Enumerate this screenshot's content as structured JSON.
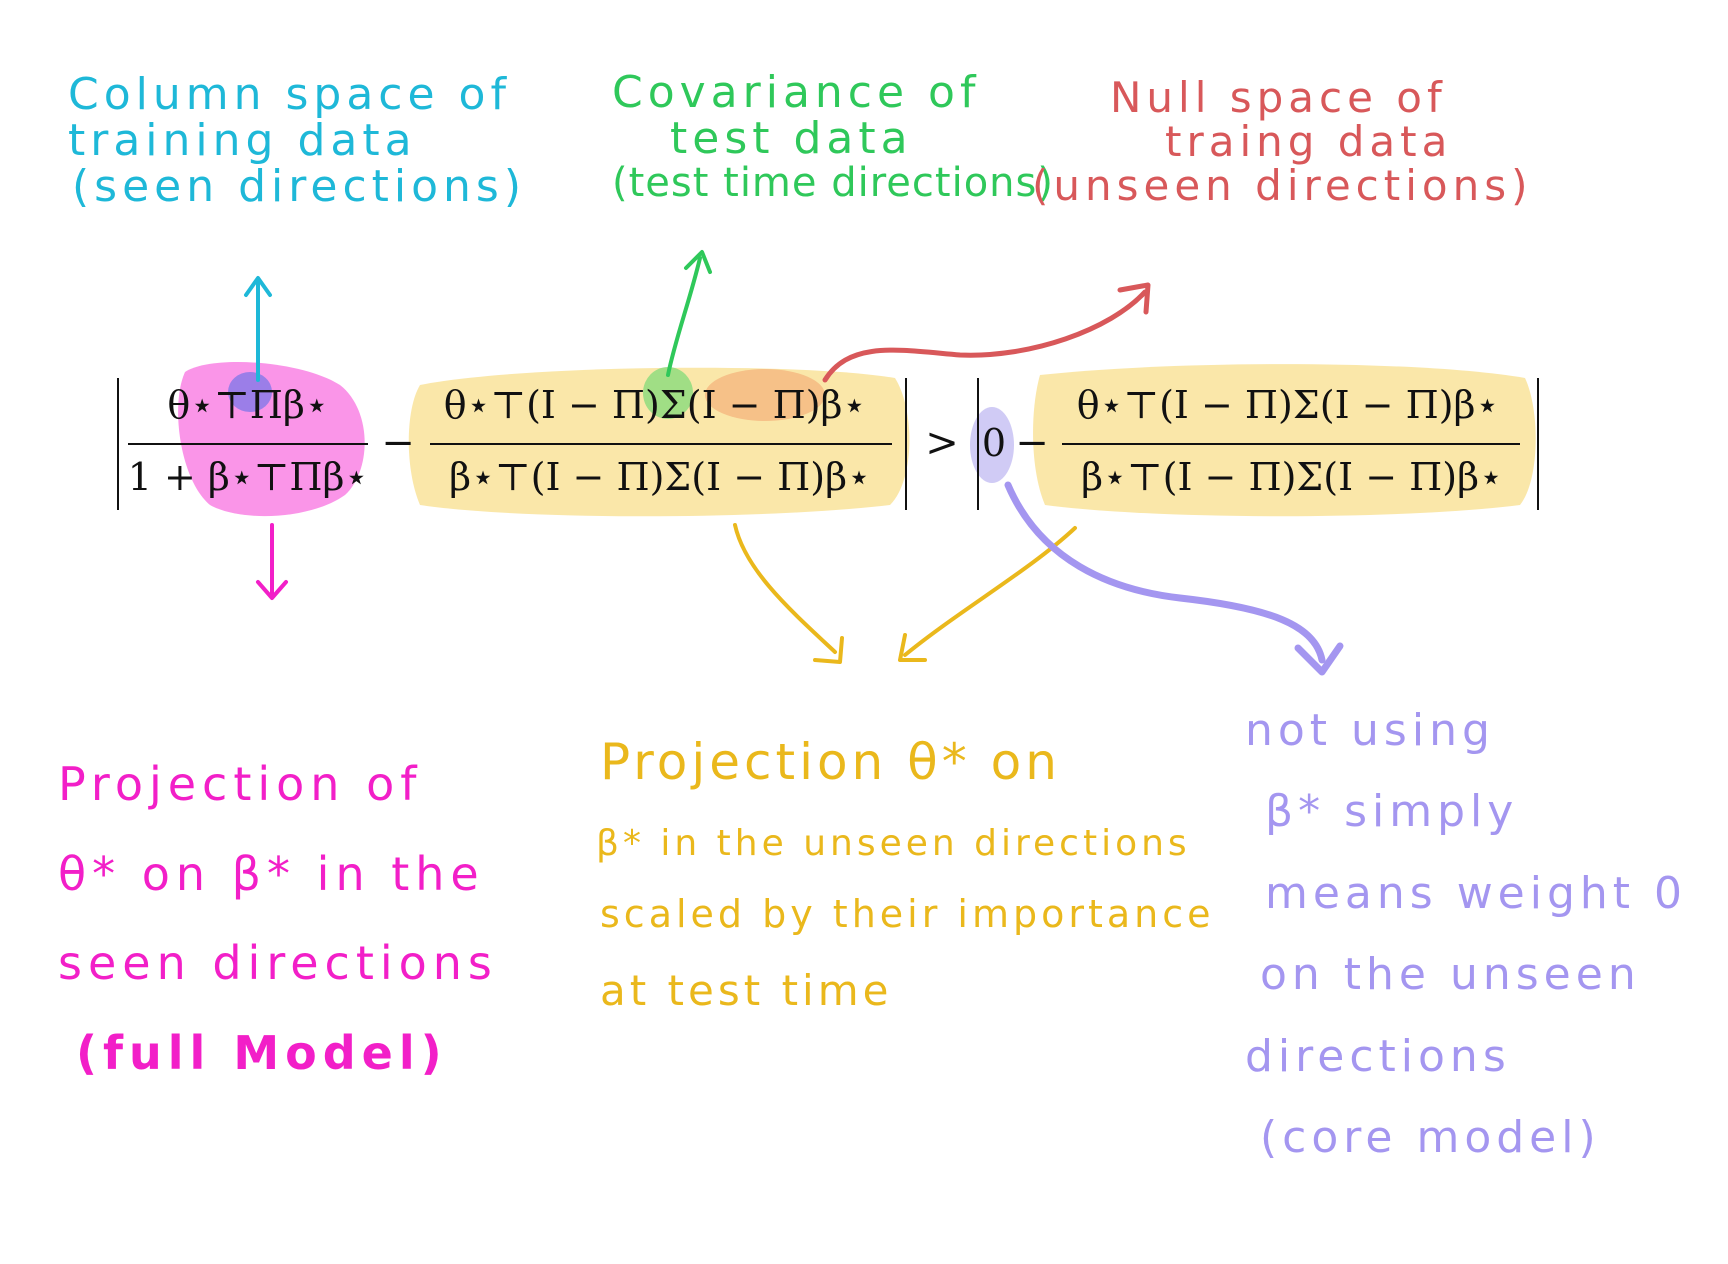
{
  "annotations": {
    "column_space": [
      "Column space of",
      "training data",
      "(seen directions)"
    ],
    "covariance": [
      "Covariance of",
      "test data",
      "(test time directions)"
    ],
    "null_space": [
      "Null space of",
      "traing data",
      "(unseen directions)"
    ],
    "projection_full": [
      "Projection of",
      "θ* on β* in the",
      "seen directions",
      "(full Model)"
    ],
    "projection_unseen": [
      "Projection θ* on",
      "β* in the unseen directions",
      "scaled by their importance",
      "at test time"
    ],
    "not_using": [
      "not using",
      "β* simply",
      "means weight 0",
      "on the unseen",
      "directions",
      "(core model)"
    ]
  },
  "equation": {
    "t1_num": "θ⋆⊤Πβ⋆",
    "t1_den": "1 + β⋆⊤Πβ⋆",
    "t2_num": "θ⋆⊤(I − Π)Σ(I − Π)β⋆",
    "t2_den": "β⋆⊤(I − Π)Σ(I − Π)β⋆",
    "minus": "−",
    "gt": ">",
    "zero": "0",
    "t3_num": "θ⋆⊤(I − Π)Σ(I − Π)β⋆",
    "t3_den": "β⋆⊤(I − Π)Σ(I − Π)β⋆"
  },
  "colors": {
    "cyan": "#1eb8d8",
    "green": "#2fc85a",
    "red": "#d8585a",
    "pink": "#f21fc8",
    "yellow": "#eab81c",
    "purple": "#a496f0",
    "highlight_pink": "#f98ae6",
    "highlight_yellow": "#f9e39a"
  }
}
